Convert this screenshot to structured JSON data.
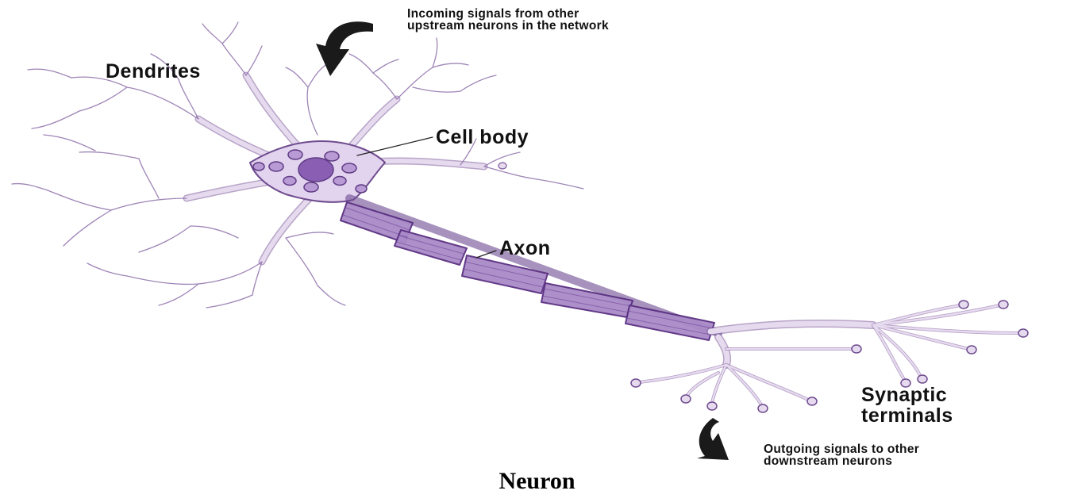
{
  "diagram": {
    "labels": {
      "incoming": [
        "Incoming signals from other",
        "upstream neurons in the network"
      ],
      "dendrites": "Dendrites",
      "cell_body": "Cell body",
      "axon": "Axon",
      "synaptic_terminals": [
        "Synaptic",
        "terminals"
      ],
      "outgoing": [
        "Outgoing signals to other",
        "downstream neurons"
      ]
    },
    "caption": "Neuron",
    "colors": {
      "membrane_fill": "#e6daef",
      "membrane_stroke": "#7d5a9a",
      "axon_fill": "#9f7fc0",
      "axon_stroke": "#5a2f82",
      "nucleus_fill": "#8a5fb3",
      "arrow": "#1a1a1a"
    }
  }
}
